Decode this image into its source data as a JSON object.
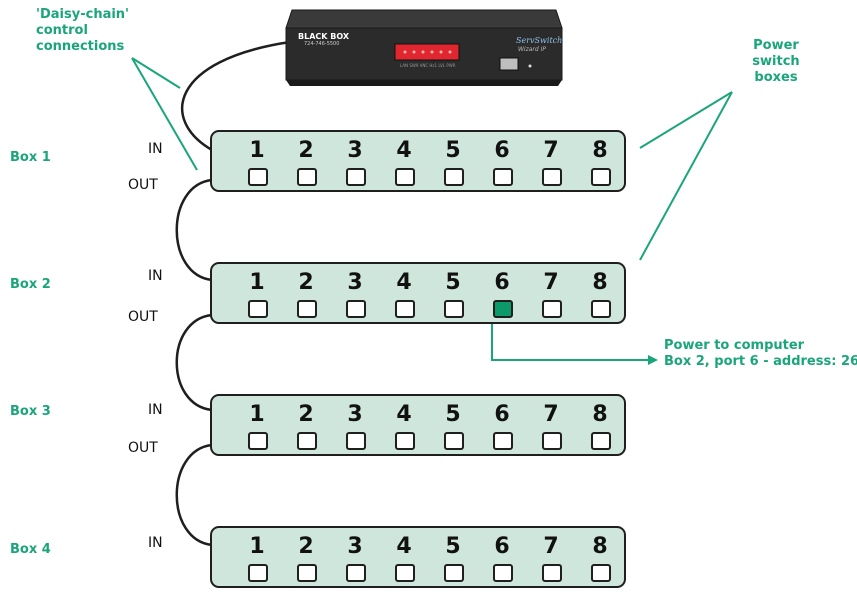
{
  "device": {
    "brand": "BLACK BOX",
    "model_code": "724-746-5500",
    "product_line": "ServSwitch",
    "product_name": "Wizard IP",
    "panel_caption": "LAN  SW9  VNC  Hz1  LVL  PWR"
  },
  "labels": {
    "daisy_chain": [
      "'Daisy-chain'",
      "control",
      "connections"
    ],
    "power_switch": [
      "Power",
      "switch",
      "boxes"
    ],
    "in_label": "IN",
    "out_label": "OUT",
    "callout_line1": "Power to computer",
    "callout_line2": "Box 2, port 6 - address: 26"
  },
  "boxes": [
    {
      "name": "Box 1",
      "has_out": true,
      "active_port": null
    },
    {
      "name": "Box 2",
      "has_out": true,
      "active_port": 6
    },
    {
      "name": "Box 3",
      "has_out": true,
      "active_port": null
    },
    {
      "name": "Box 4",
      "has_out": false,
      "active_port": null
    }
  ],
  "ports": [
    "1",
    "2",
    "3",
    "4",
    "5",
    "6",
    "7",
    "8"
  ],
  "colors": {
    "accent": "#1aa57a",
    "box_fill": "#cfe6dc",
    "active_button": "#0c9a6a",
    "device_body": "#2b2b2b",
    "led_panel": "#e0262e"
  }
}
